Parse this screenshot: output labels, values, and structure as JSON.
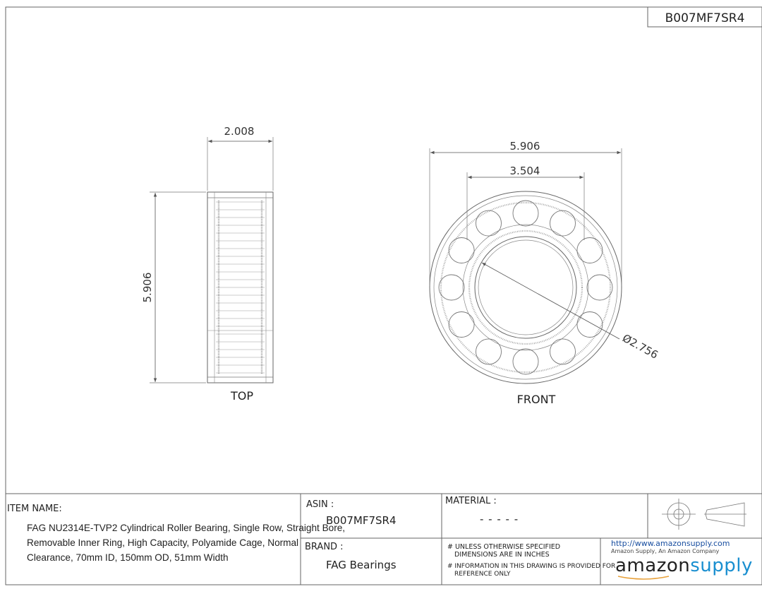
{
  "part_number": "B007MF7SR4",
  "views": {
    "top": {
      "label": "TOP",
      "width_dim": "2.008",
      "height_dim": "5.906"
    },
    "front": {
      "label": "FRONT",
      "outer_dim": "5.906",
      "pitch_dim": "3.504",
      "bore_dim": "Ø2.756",
      "roller_count": 12
    }
  },
  "title_block": {
    "item_name_label": "ITEM NAME:",
    "item_name_lines": [
      "FAG NU2314E-TVP2 Cylindrical Roller Bearing, Single Row, Straight Bore,",
      "Removable Inner Ring, High Capacity, Polyamide Cage, Normal",
      "Clearance, 70mm ID, 150mm OD, 51mm Width"
    ],
    "asin_label": "ASIN :",
    "asin_value": "B007MF7SR4",
    "brand_label": "BRAND :",
    "brand_value": "FAG Bearings",
    "material_label": "MATERIAL :",
    "material_value": "- - - - -",
    "note_1_line_1": "# UNLESS OTHERWISE SPECIFIED",
    "note_1_line_2": "DIMENSIONS ARE IN INCHES",
    "note_2_line_1": "# INFORMATION IN THIS DRAWING IS PROVIDED FOR",
    "note_2_line_2": "REFERENCE ONLY",
    "url": "http://www.amazonsupply.com",
    "company": "Amazon Supply, An Amazon Company",
    "logo_text_1": "amazon",
    "logo_text_2": "supply",
    "colors": {
      "line": "#555555",
      "logo_dark": "#222222",
      "logo_accent": "#1a8fd0",
      "link": "#1a4fa0"
    }
  }
}
